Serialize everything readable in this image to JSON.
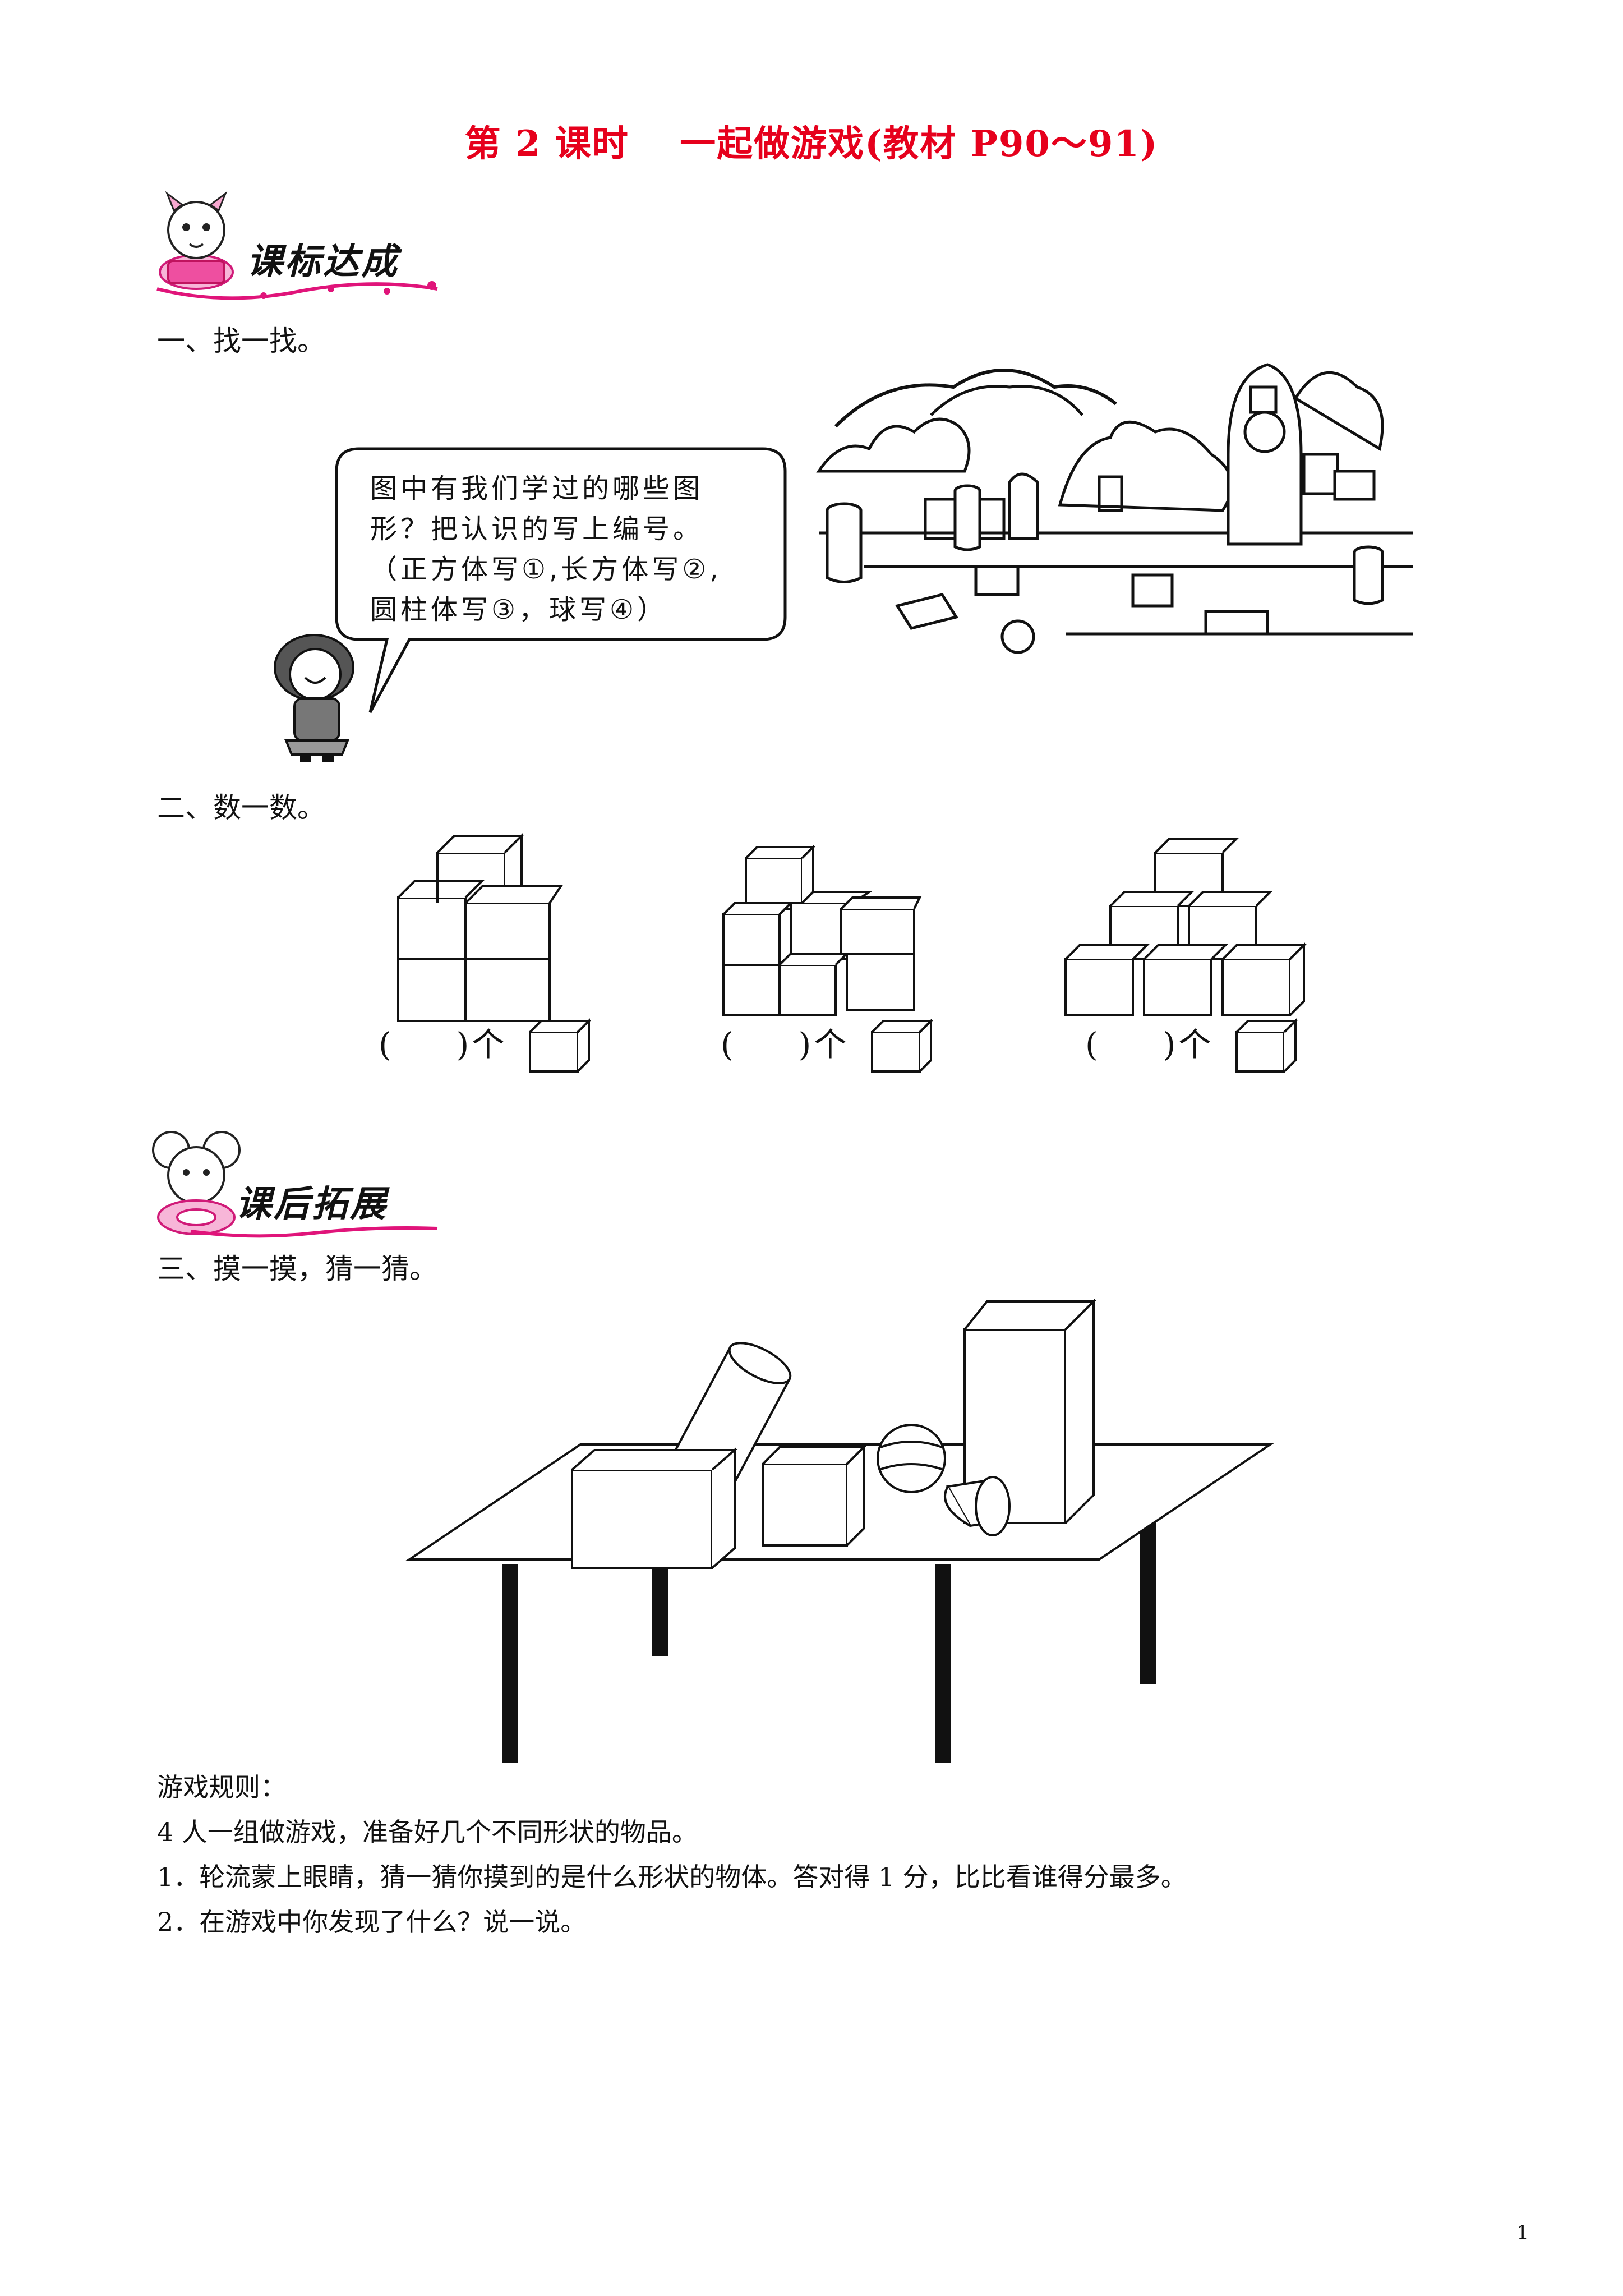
{
  "title": "第 2 课时　 一起做游戏(教材 P90～91)",
  "section1": {
    "badge": "课标达成"
  },
  "q1": {
    "label": "一、找一找。",
    "bubble": "图中有我们学过的哪些图\n形？把认识的写上编号。\n（正方体写①,长方体写②,\n圆柱体写③，球写④）"
  },
  "q2": {
    "label": "二、数一数。",
    "answers": [
      {
        "blank": "(　　)",
        "unit": "个"
      },
      {
        "blank": "(　　)",
        "unit": "个"
      },
      {
        "blank": "(　　)",
        "unit": "个"
      }
    ]
  },
  "section2": {
    "badge": "课后拓展"
  },
  "q3": {
    "label": "三、摸一摸，猜一猜。",
    "rules_heading": "游戏规则：",
    "rules": [
      "4 人一组做游戏，准备好几个不同形状的物品。",
      "1．轮流蒙上眼睛，猜一猜你摸到的是什么形状的物体。答对得 1 分，比比看谁得分最多。",
      "2．在游戏中你发现了什么？说一说。"
    ]
  },
  "page_number": "1",
  "colors": {
    "title": "#e6001c",
    "badge_pink": "#e0147a",
    "text": "#111111"
  }
}
